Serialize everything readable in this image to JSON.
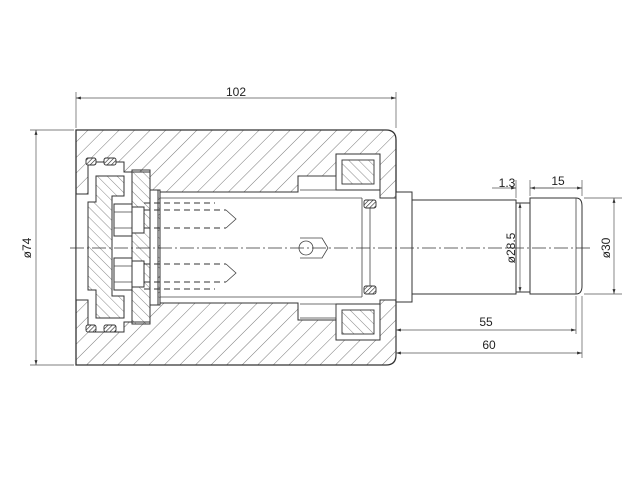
{
  "dimensions": {
    "overall_length": "102",
    "body_diameter": "ø74",
    "shaft_diameter": "ø30",
    "groove_diameter": "ø28.5",
    "groove_width": "1.3",
    "groove_position": "15",
    "shaft_length_inner": "55",
    "shaft_length_outer": "60"
  },
  "colors": {
    "line": "#333333",
    "hatch": "#555555",
    "background": "#ffffff"
  }
}
